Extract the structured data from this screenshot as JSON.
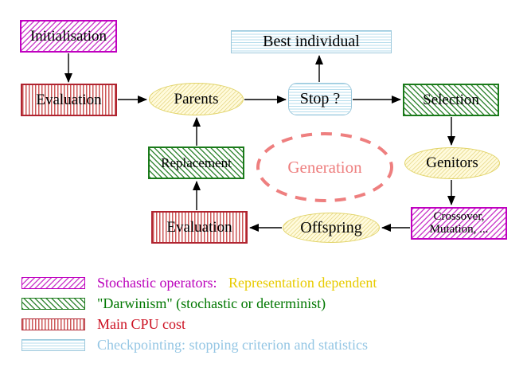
{
  "nodes": {
    "initialisation": "Initialisation",
    "evaluation_top": "Evaluation",
    "parents": "Parents",
    "best_individual": "Best individual",
    "stop": "Stop ?",
    "selection": "Selection",
    "genitors": "Genitors",
    "crossover_line1": "Crossover,",
    "crossover_line2": "Mutation, ...",
    "offspring": "Offspring",
    "evaluation_bottom": "Evaluation",
    "replacement": "Replacement",
    "generation": "Generation"
  },
  "legend": {
    "stochastic_label": "Stochastic operators:",
    "representation_label": "Representation dependent",
    "darwinism_label": "\"Darwinism\" (stochastic or determinist)",
    "cpu_label": "Main CPU cost",
    "checkpointing_label": "Checkpointing: stopping criterion and statistics"
  },
  "colors": {
    "magenta": "#bb00bb",
    "gold": "#e8cb00",
    "green": "#007700",
    "red": "#cc1122",
    "cyan": "#94c6e4",
    "salmon": "#ee7f7f",
    "yellow_fill": "#fffbdd",
    "black": "#000000"
  }
}
